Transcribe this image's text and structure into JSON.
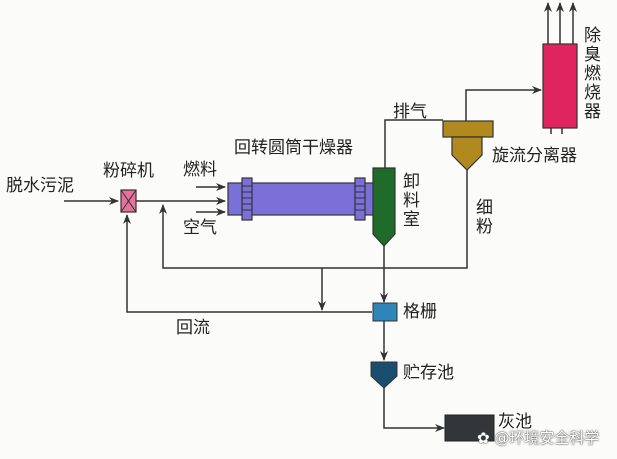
{
  "title": "污泥干燥焚烧工艺流程",
  "labels": {
    "sludge": "脱水污泥",
    "crusher": "粉碎机",
    "fuel": "燃料",
    "air": "空气",
    "dryer": "回转圆筒干燥器",
    "discharge": "卸料室",
    "exhaust": "排气",
    "cyclone": "旋流分离器",
    "fines": "细粉",
    "deodorizer": "除臭燃烧器",
    "grate": "格栅",
    "storage": "贮存池",
    "ash_pit": "灰池",
    "return_flow": "回流"
  },
  "colors": {
    "crusher": "#e8709a",
    "dryer": "#7b6fd8",
    "discharge": "#1f6b2a",
    "cyclone": "#b08a1e",
    "deodorizer": "#e0245e",
    "grate": "#2e86b8",
    "storage": "#1a4e6e",
    "ash_pit": "#333638"
  },
  "watermark": "@环境安全科学"
}
